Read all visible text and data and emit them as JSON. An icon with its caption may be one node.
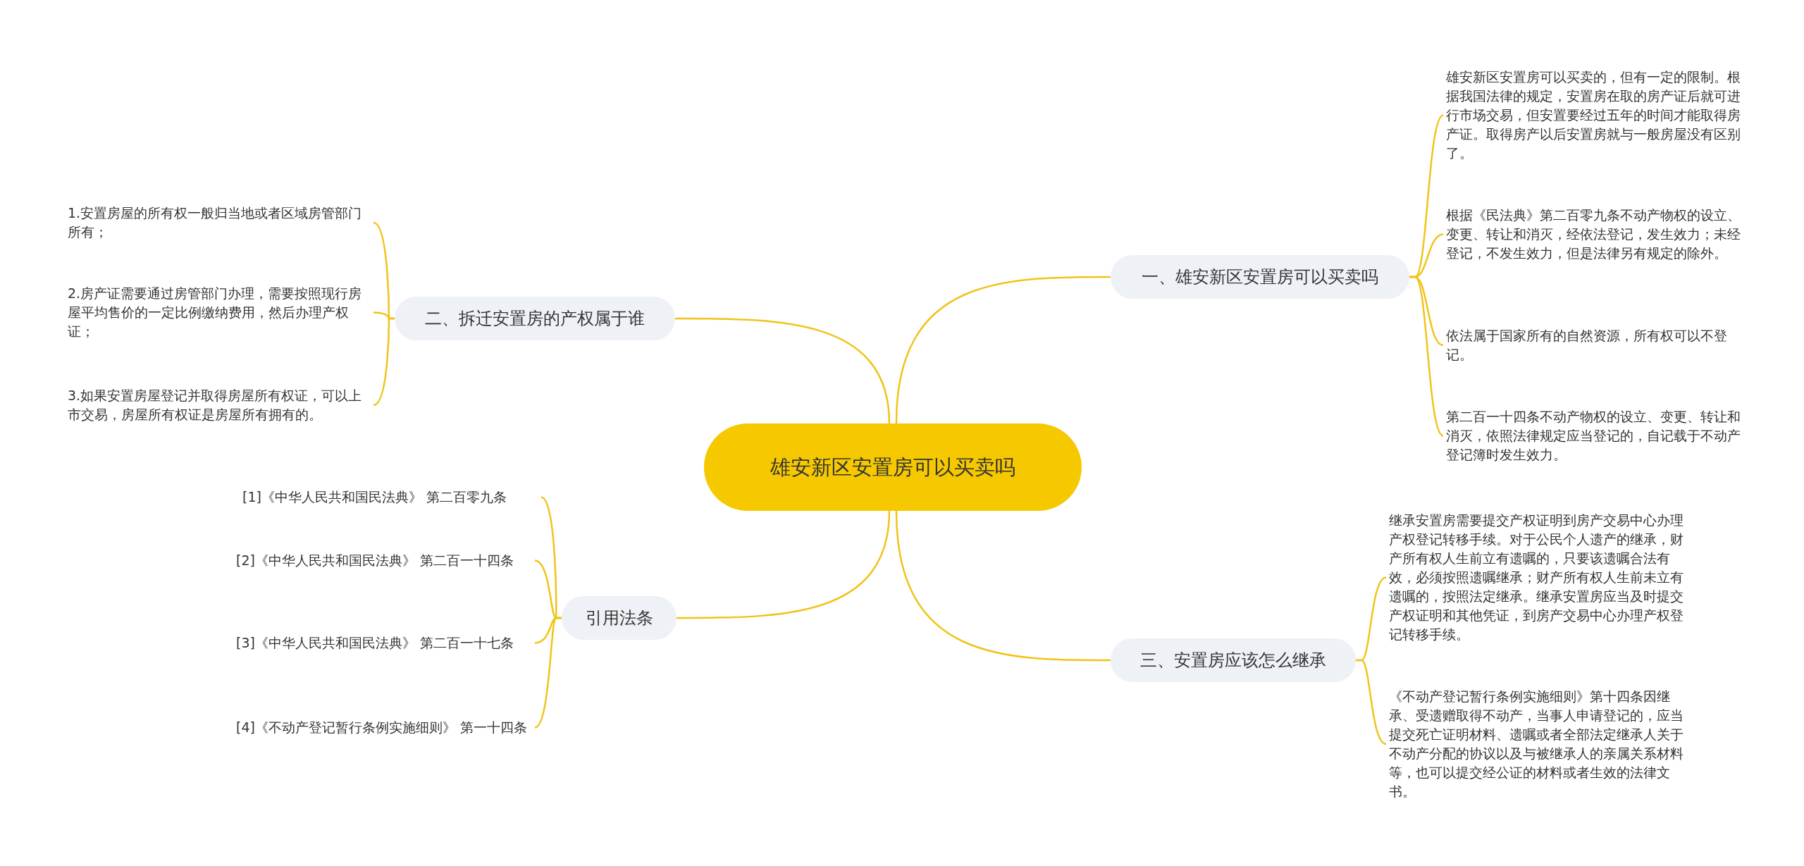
{
  "diagram": {
    "nodes": [
      {
        "text": [
          "雄安新区安置房可以买卖吗"
        ]
      },
      {
        "text": [
          "一、雄安新区安置房可以买卖吗"
        ]
      },
      {
        "text": [
          "雄安新区安置房可以买卖的，但有一定的限制。根据我国法律的规定，安置房在取的房产证后就可进行市场交易，但安置要经过五年的时间才能取得房产证。取得房产以后安置房就与一般房屋没有区别了。"
        ]
      },
      {
        "text": [
          "根据《民法典》第二百零九条不动产物权的设立、变更、转让和消灭，经依法登记，发生效力；未经登记，不发生效力，但是法律另有规定的除外。"
        ]
      },
      {
        "text": [
          "依法属于国家所有的自然资源，所有权可以不登记。"
        ]
      },
      {
        "text": [
          "第二百一十四条不动产物权的设立、变更、转让和消灭，依照法律规定应当登记的，自记载于不动产登记簿时发生效力。"
        ]
      },
      {
        "text": [
          "二、拆迁安置房的产权属于谁"
        ]
      },
      {
        "text": [
          "1.安置房屋的所有权一般归当地或者区域房管部门所有；"
        ]
      },
      {
        "text": [
          "2.房产证需要通过房管部门办理，需要按照现行房屋平均售价的一定比例缴纳费用，然后办理产权证；"
        ]
      },
      {
        "text": [
          "3.如果安置房屋登记并取得房屋所有权证，可以上市交易，房屋所有权证是房屋所有拥有的。"
        ]
      },
      {
        "text": [
          "引用法条"
        ]
      },
      {
        "text": [
          "[1]《中华人民共和国民法典》 第二百零九条"
        ]
      },
      {
        "text": [
          "[2]《中华人民共和国民法典》 第二百一十四条"
        ]
      },
      {
        "text": [
          "[3]《中华人民共和国民法典》 第二百一十七条"
        ]
      },
      {
        "text": [
          "[4]《不动产登记暂行条例实施细则》 第一十四条"
        ]
      },
      {
        "text": [
          "三、安置房应该怎么继承"
        ]
      },
      {
        "text": [
          "继承安置房需要提交产权证明到房产交易中心办理产权登记转移手续。对于公民个人遗产的继承，财产所有权人生前立有遗嘱的，只要该遗嘱合法有效，必须按照遗嘱继承；财产所有权人生前未立有遗嘱的，按照法定继承。继承安置房应当及时提交产权证明和其他凭证，到房产交易中心办理产权登记转移手续。"
        ]
      },
      {
        "text": [
          "《不动产登记暂行条例实施细则》第十四条因继承、受遗赠取得不动产，当事人申请登记的，应当提交死亡证明材料、遗嘱或者全部法定继承人关于不动产分配的协议以及与被继承人的亲属关系材料等，也可以提交经公证的材料或者生效的法律文书。"
        ]
      }
    ],
    "edges": [
      {
        "from": 0,
        "to": 1,
        "arrow": "none"
      },
      {
        "from": 1,
        "to": 2,
        "arrow": "none"
      },
      {
        "from": 1,
        "to": 3,
        "arrow": "none"
      },
      {
        "from": 1,
        "to": 4,
        "arrow": "none"
      },
      {
        "from": 1,
        "to": 5,
        "arrow": "none"
      },
      {
        "from": 0,
        "to": 6,
        "arrow": "none"
      },
      {
        "from": 6,
        "to": 7,
        "arrow": "none"
      },
      {
        "from": 6,
        "to": 8,
        "arrow": "none"
      },
      {
        "from": 6,
        "to": 9,
        "arrow": "none"
      },
      {
        "from": 0,
        "to": 10,
        "arrow": "none"
      },
      {
        "from": 10,
        "to": 11,
        "arrow": "none"
      },
      {
        "from": 10,
        "to": 12,
        "arrow": "none"
      },
      {
        "from": 10,
        "to": 13,
        "arrow": "none"
      },
      {
        "from": 10,
        "to": 14,
        "arrow": "none"
      },
      {
        "from": 0,
        "to": 15,
        "arrow": "none"
      },
      {
        "from": 15,
        "to": 16,
        "arrow": "none"
      },
      {
        "from": 15,
        "to": 17,
        "arrow": "none"
      }
    ]
  }
}
